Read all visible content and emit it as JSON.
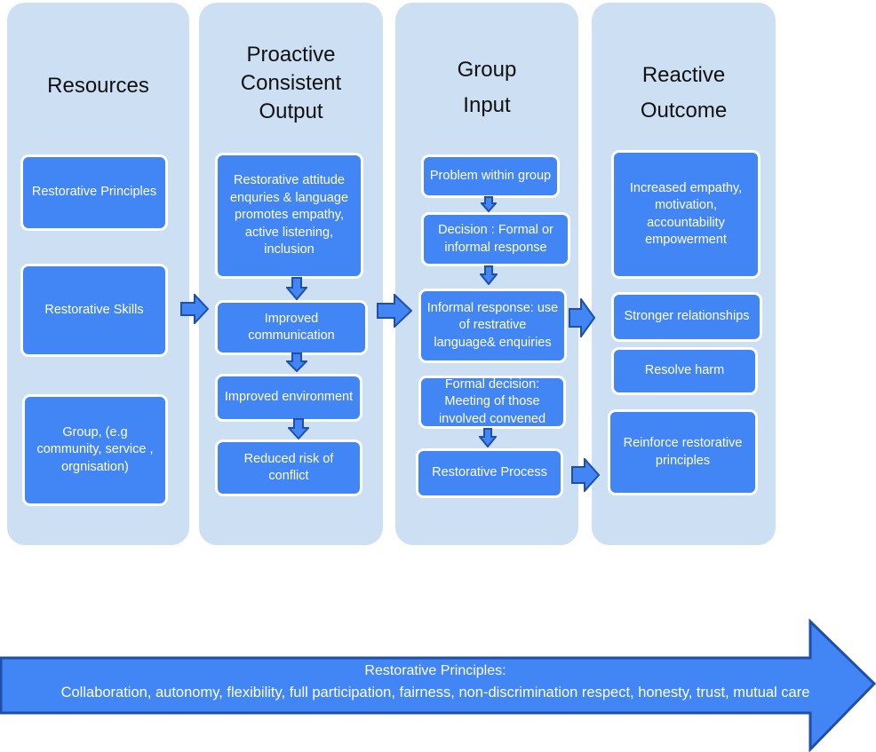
{
  "colors": {
    "column_bg": "#cddff3",
    "box_fill": "#4285f4",
    "arrow_stroke": "#1f4fa8"
  },
  "columns": [
    {
      "title": "Resources",
      "boxes": [
        "Restorative Principles",
        "Restorative Skills",
        "Group, (e.g community, service , orgnisation)"
      ]
    },
    {
      "title": "Proactive Consistent Output",
      "boxes": [
        "Restorative attitude enquries & language promotes empathy, active listening, inclusion",
        "Improved communication",
        "Improved environment",
        "Reduced  risk of conflict"
      ]
    },
    {
      "title": "Group Input",
      "boxes": [
        "Problem within group",
        "Decision : Formal or informal response",
        "Informal response: use of restrative language& enquiries",
        "Formal decision: Meeting of those involved  convened",
        "Restorative Process"
      ]
    },
    {
      "title": "Reactive Outcome",
      "boxes": [
        "Increased empathy, motivation, accountability empowerment",
        "Stronger relationships",
        "Resolve harm",
        "Reinforce restorative principles"
      ]
    }
  ],
  "banner": {
    "title": "Restorative Principles:",
    "principles": "Collaboration, autonomy, flexibility,  full participation, fairness, non-discrimination  respect, honesty, trust, mutual care"
  }
}
